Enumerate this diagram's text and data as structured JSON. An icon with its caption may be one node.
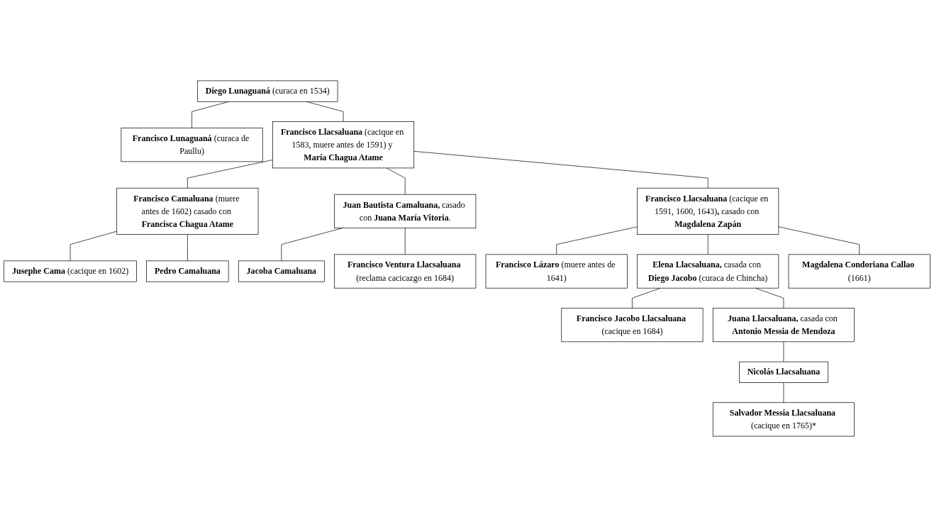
{
  "diagram": {
    "nodes": [
      {
        "text": [
          "**Diego Lunaguaná** (curaca en 1534)"
        ]
      },
      {
        "text": [
          "**Francisco Lunaguaná** (curaca de Paullu)"
        ]
      },
      {
        "text": [
          "**Francisco Llacsaluana** (cacique en 1583, muere antes de 1591) y **María Chagua Atame**"
        ]
      },
      {
        "text": [
          "**Francisco Camaluana** (muere antes de 1602) casado con **Francisca Chagua Atame**"
        ]
      },
      {
        "text": [
          "**Juan Bautista Camaluana,** casado con **Juana María Vitoria**."
        ]
      },
      {
        "text": [
          "**Francisco Llacsaluana** (cacique en 1591, 1600, 1643)**,** casado con **Magdalena Zapán**"
        ]
      },
      {
        "text": [
          "**Jusephe Cama** (cacique en 1602)"
        ]
      },
      {
        "text": [
          "Pedro Camaluana"
        ]
      },
      {
        "text": [
          "Jacoba Camaluana"
        ]
      },
      {
        "text": [
          "**Francisco Ventura Llacsaluana** (reclama cacicazgo en 1684)"
        ]
      },
      {
        "text": [
          "**Francisco Lázaro** (muere antes de 1641)"
        ]
      },
      {
        "text": [
          "**Elena Llacsaluana,** casada con **Diego Jacobo** (curaca de Chincha)"
        ]
      },
      {
        "text": [
          "**Magdalena Condoriana Callao** (1661)"
        ]
      },
      {
        "text": [
          "**Francisco Jacobo Llacsaluana** (cacique en 1684)"
        ]
      },
      {
        "text": [
          "**Juana Llacsaluana,** casada con **Antonio Messia de Mendoza**"
        ]
      },
      {
        "text": [
          "Nicolás Llacsaluana"
        ]
      },
      {
        "text": [
          "**Salvador Messia Llacsaluana** (cacique en 1765)*"
        ]
      }
    ],
    "edges": [
      {
        "from": 0,
        "to": 1,
        "arrow": "none"
      },
      {
        "from": 0,
        "to": 2,
        "arrow": "none"
      },
      {
        "from": 2,
        "to": 3,
        "arrow": "none"
      },
      {
        "from": 2,
        "to": 4,
        "arrow": "none"
      },
      {
        "from": 2,
        "to": 5,
        "arrow": "none"
      },
      {
        "from": 3,
        "to": 6,
        "arrow": "none"
      },
      {
        "from": 3,
        "to": 7,
        "arrow": "none"
      },
      {
        "from": 4,
        "to": 8,
        "arrow": "none"
      },
      {
        "from": 4,
        "to": 9,
        "arrow": "none"
      },
      {
        "from": 5,
        "to": 10,
        "arrow": "none"
      },
      {
        "from": 5,
        "to": 11,
        "arrow": "none"
      },
      {
        "from": 5,
        "to": 12,
        "arrow": "none"
      },
      {
        "from": 11,
        "to": 13,
        "arrow": "none"
      },
      {
        "from": 11,
        "to": 14,
        "arrow": "none"
      },
      {
        "from": 14,
        "to": 15,
        "arrow": "none"
      },
      {
        "from": 15,
        "to": 16,
        "arrow": "none"
      }
    ]
  }
}
